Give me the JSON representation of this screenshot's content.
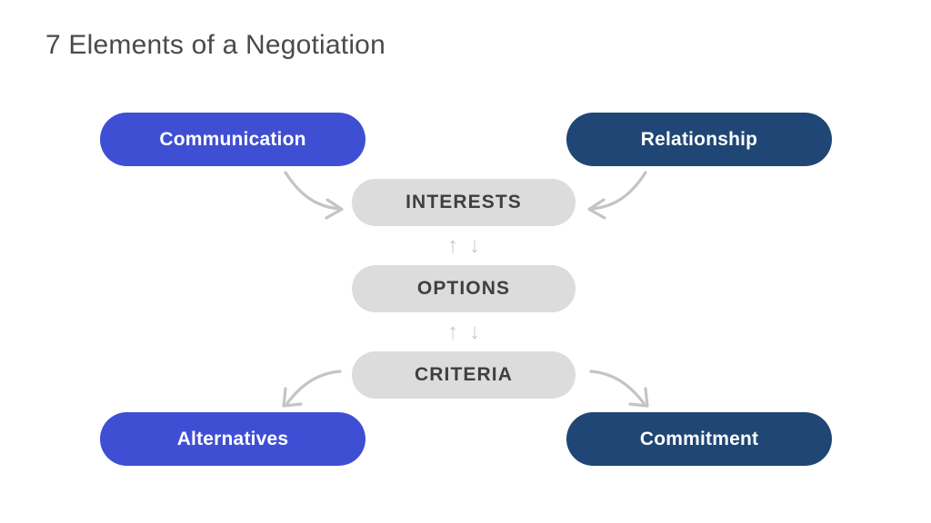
{
  "slide": {
    "title": "7 Elements of a Negotiation",
    "background_color": "#ffffff"
  },
  "colors": {
    "royal_blue": "#3f4fd4",
    "navy_blue": "#1f4674",
    "light_gray_pill": "#dcdcdc",
    "pill_text_dark": "#3f3f3f",
    "pill_text_light": "#ffffff",
    "arrow_gray": "#c4c4c4",
    "title_text": "#4a4a4a"
  },
  "diagram": {
    "type": "negotiation-7-elements",
    "outer_elements": [
      {
        "id": "communication",
        "label": "Communication",
        "position": "top-left",
        "color": "#3f4fd4"
      },
      {
        "id": "relationship",
        "label": "Relationship",
        "position": "top-right",
        "color": "#1f4674"
      },
      {
        "id": "alternatives",
        "label": "Alternatives",
        "position": "bottom-left",
        "color": "#3f4fd4"
      },
      {
        "id": "commitment",
        "label": "Commitment",
        "position": "bottom-right",
        "color": "#1f4674"
      }
    ],
    "core_elements": [
      {
        "id": "interests",
        "label": "INTERESTS",
        "color": "#dcdcdc"
      },
      {
        "id": "options",
        "label": "OPTIONS",
        "color": "#dcdcdc"
      },
      {
        "id": "criteria",
        "label": "CRITERIA",
        "color": "#dcdcdc"
      }
    ],
    "connectors": {
      "vertical_pairs": [
        {
          "id": "interests-options",
          "up": "↑",
          "down": "↓"
        },
        {
          "id": "options-criteria",
          "up": "↑",
          "down": "↓"
        }
      ],
      "curved": [
        {
          "id": "communication-to-interests",
          "from": "communication",
          "to": "interests",
          "direction": "down-right"
        },
        {
          "id": "relationship-to-interests",
          "from": "relationship",
          "to": "interests",
          "direction": "down-left"
        },
        {
          "id": "criteria-to-alternatives",
          "from": "criteria",
          "to": "alternatives",
          "direction": "down-left"
        },
        {
          "id": "criteria-to-commitment",
          "from": "criteria",
          "to": "commitment",
          "direction": "down-right"
        }
      ]
    }
  }
}
